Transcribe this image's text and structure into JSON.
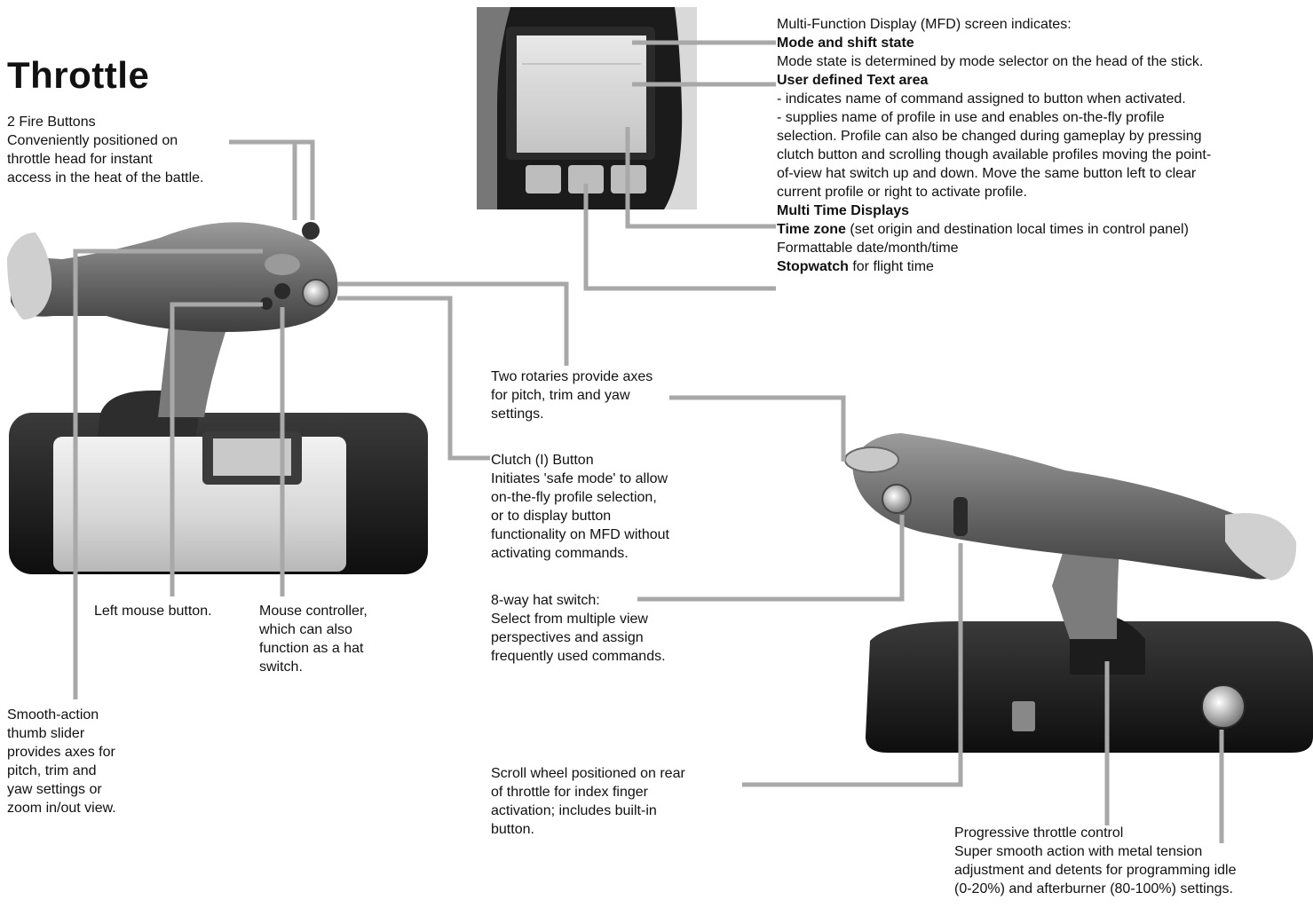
{
  "title": "Throttle",
  "fire_buttons": {
    "heading": "2 Fire Buttons",
    "lines": [
      "Conveniently positioned on",
      "throttle head for instant",
      "access in the heat of the battle."
    ]
  },
  "mfd": {
    "intro": "Multi-Function Display (MFD) screen indicates:",
    "mode_heading": "Mode and shift state",
    "mode_text": "Mode state is determined by mode selector on the head of the stick.",
    "text_area_heading": "User defined Text area",
    "text_area_lines": [
      "- indicates name of command assigned to button when activated.",
      "- supplies name of profile in use and enables on-the-fly profile",
      "selection. Profile can also be changed during gameplay by pressing",
      "clutch button and scrolling though available profiles moving the point-",
      "of-view hat switch up and down. Move the same button left to clear",
      "current profile or right to activate profile."
    ],
    "time_heading": "Multi Time Displays",
    "time_zone_bold": "Time zone",
    "time_zone_rest": " (set origin and destination local times in control panel)",
    "format_text": "Formattable date/month/time",
    "stopwatch_bold": "Stopwatch",
    "stopwatch_rest": " for flight time"
  },
  "rotaries": {
    "lines": [
      "Two rotaries provide axes",
      "for pitch, trim and yaw",
      "settings."
    ]
  },
  "clutch": {
    "heading": "Clutch (I) Button",
    "lines": [
      "Initiates 'safe mode' to allow",
      "on-the-fly profile selection,",
      "or to display button",
      "functionality on MFD without",
      "activating commands."
    ]
  },
  "hat": {
    "heading": "8-way hat switch:",
    "lines": [
      "Select from multiple view",
      "perspectives and assign",
      "frequently used commands."
    ]
  },
  "left_mouse": {
    "label": "Left mouse button."
  },
  "mouse_controller": {
    "lines": [
      "Mouse controller,",
      "which can also",
      "function as a hat",
      "switch."
    ]
  },
  "thumb_slider": {
    "lines": [
      "Smooth-action",
      "thumb slider",
      "provides axes for",
      "pitch, trim and",
      "yaw settings or",
      "zoom in/out view."
    ]
  },
  "scroll_wheel": {
    "lines": [
      "Scroll wheel positioned on rear",
      "of throttle for index finger",
      "activation; includes built-in",
      "button."
    ]
  },
  "progressive": {
    "heading": "Progressive throttle control",
    "lines": [
      "Super smooth action with metal tension",
      "adjustment and detents for programming idle",
      "(0-20%) and afterburner (80-100%) settings."
    ]
  }
}
